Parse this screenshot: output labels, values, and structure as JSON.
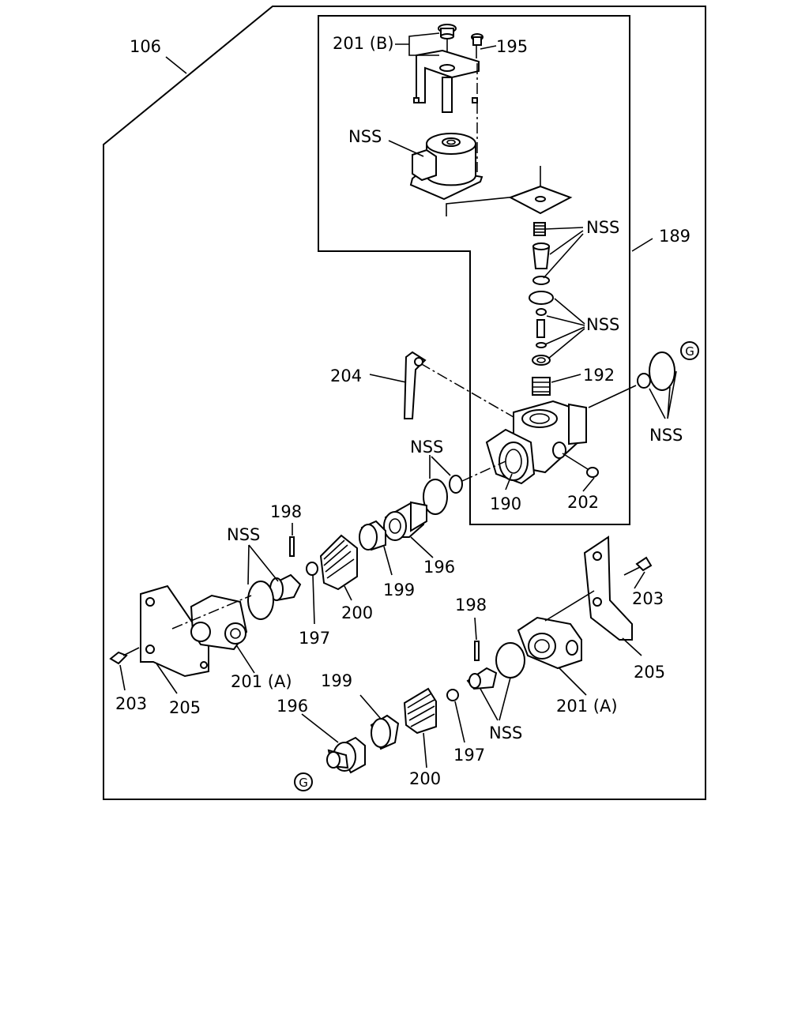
{
  "frame_labels": {
    "outer": "106",
    "inner": "189"
  },
  "markers": [
    "G",
    "G"
  ],
  "callouts": [
    {
      "id": "201b",
      "text": "201 (B)"
    },
    {
      "id": "195",
      "text": "195"
    },
    {
      "id": "nss-solenoid",
      "text": "NSS"
    },
    {
      "id": "nss-upper",
      "text": "NSS"
    },
    {
      "id": "nss-middle",
      "text": "NSS"
    },
    {
      "id": "192",
      "text": "192"
    },
    {
      "id": "204",
      "text": "204"
    },
    {
      "id": "nss-right",
      "text": "NSS"
    },
    {
      "id": "nss-oring",
      "text": "NSS"
    },
    {
      "id": "190",
      "text": "190"
    },
    {
      "id": "202",
      "text": "202"
    },
    {
      "id": "198-upper",
      "text": "198"
    },
    {
      "id": "nss-left",
      "text": "NSS"
    },
    {
      "id": "196-upper",
      "text": "196"
    },
    {
      "id": "199-upper",
      "text": "199"
    },
    {
      "id": "200-upper",
      "text": "200"
    },
    {
      "id": "197-upper",
      "text": "197"
    },
    {
      "id": "203-right",
      "text": "203"
    },
    {
      "id": "198-lower",
      "text": "198"
    },
    {
      "id": "205-right",
      "text": "205"
    },
    {
      "id": "203-left",
      "text": "203"
    },
    {
      "id": "205-left",
      "text": "205"
    },
    {
      "id": "201a-left",
      "text": "201 (A)"
    },
    {
      "id": "199-lower",
      "text": "199"
    },
    {
      "id": "196-lower",
      "text": "196"
    },
    {
      "id": "201a-right",
      "text": "201 (A)"
    },
    {
      "id": "nss-lower",
      "text": "NSS"
    },
    {
      "id": "197-lower",
      "text": "197"
    },
    {
      "id": "200-lower",
      "text": "200"
    }
  ]
}
